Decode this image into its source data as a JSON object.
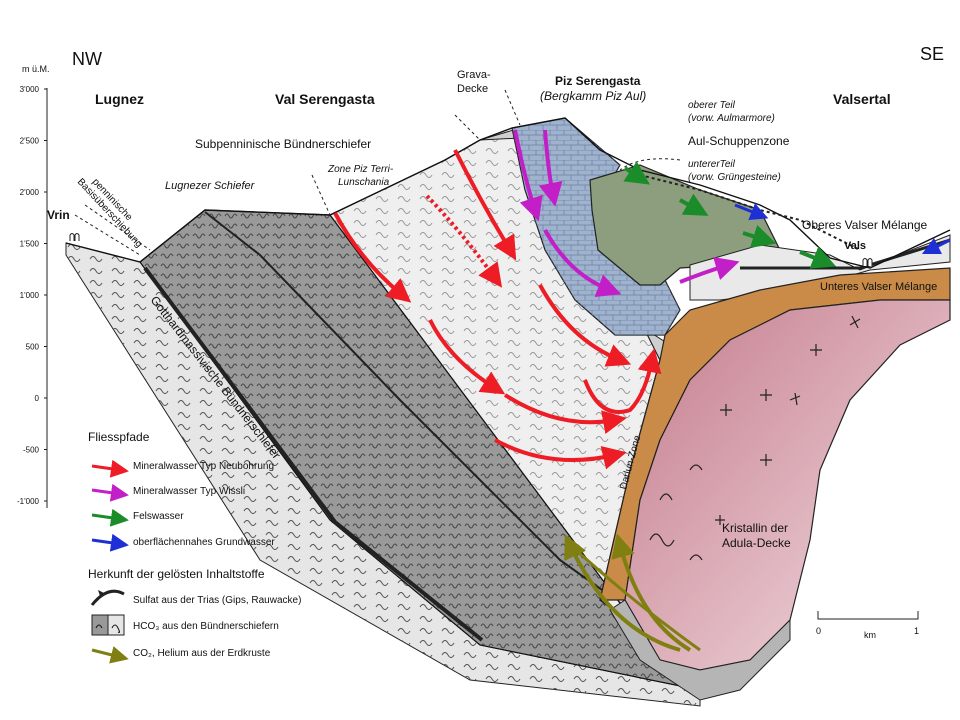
{
  "directions": {
    "left": "NW",
    "right": "SE"
  },
  "axis": {
    "unit": "m ü.M.",
    "ticks": [
      "3'000",
      "2'500",
      "2'000",
      "1'500",
      "1'000",
      "500",
      "0",
      "-500",
      "-1'000"
    ]
  },
  "places": {
    "lugnez": "Lugnez",
    "val_serengasta": "Val Serengasta",
    "piz_title": "Piz Serengasta",
    "piz_sub": "(Bergkamm Piz Aul)",
    "valsertal": "Valsertal",
    "vrin": "Vrin",
    "vals": "Vals"
  },
  "units": {
    "subpenninic": "Subpenninische Bündnerschiefer",
    "zone_terri_1": "Zone Piz Terri-",
    "zone_terri_2": "Lunschania",
    "lugnezer": "Lugnezer Schiefer",
    "penn_1": "penninische",
    "penn_2": "Basisüberschiebung",
    "grava_1": "Grava-",
    "grava_2": "Decke",
    "aul_upper_1": "oberer Teil",
    "aul_upper_2": "(vorw. Aulmarmore)",
    "aul_zone": "Aul-Schuppenzone",
    "aul_lower_1": "untererTeil",
    "aul_lower_2": "(vorw. Grüngesteine)",
    "oberes_melange": "Oberes Valser Mélange",
    "unteres_melange": "Unteres Valser Mélange",
    "gotthard": "Gotthardmassivische Bündnerschiefer",
    "darlun": "Darlun-Zone",
    "kristallin_1": "Kristallin der",
    "kristallin_2": "Adula-Decke"
  },
  "legend": {
    "flow_title": "Fliesspfade",
    "flows": [
      {
        "label": "Mineralwasser Typ Neubohrung",
        "color": "#ee1c24"
      },
      {
        "label": "Mineralwasser Typ Wissli",
        "color": "#c21fc8"
      },
      {
        "label": "Felswasser",
        "color": "#1a8c2a"
      },
      {
        "label": "oberflächennahes Grundwasser",
        "color": "#1f2fd6"
      }
    ],
    "origin_title": "Herkunft der gelösten Inhaltstoffe",
    "origins": [
      {
        "label": "Sulfat aus der Trias (Gips, Rauwacke)"
      },
      {
        "label": "HCO₃ aus den Bündnerschiefern"
      },
      {
        "label": "CO₂, Helium aus der Erdkruste",
        "color": "#7f7f12"
      }
    ]
  },
  "scale": {
    "start": "0",
    "end": "1",
    "unit": "km"
  },
  "colors": {
    "gray_dark": "#999999",
    "gray_light": "#e6e6e6",
    "gray_lightest": "#f1f1f1",
    "blue_marble": "#9fb3cf",
    "green_rock": "#8c9e7e",
    "melange_orange": "#c98b47",
    "adula_pink": "#d89aa8"
  }
}
